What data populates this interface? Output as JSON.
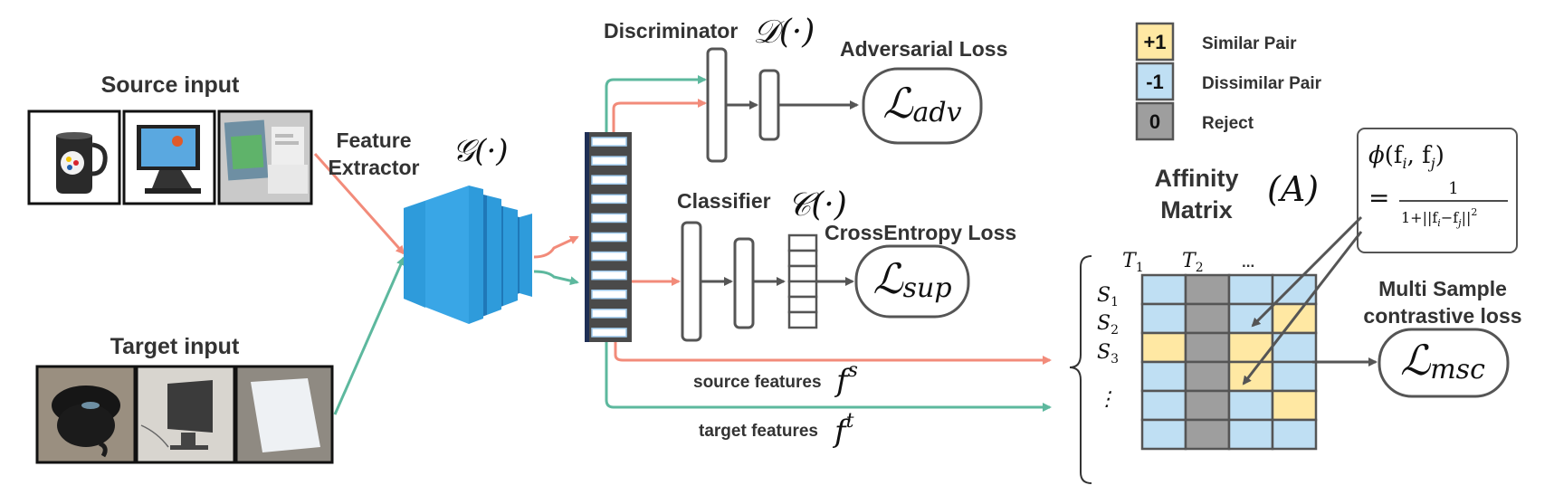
{
  "inputs": {
    "source_title": "Source input",
    "target_title": "Target input"
  },
  "extractor": {
    "label_line1": "Feature",
    "label_line2": "Extractor",
    "symbol": "𝒢(·)"
  },
  "discriminator": {
    "label": "Discriminator",
    "symbol": "𝒟(·)",
    "loss_title": "Adversarial Loss",
    "loss_symbol": "ℒ",
    "loss_sub": "adv"
  },
  "classifier": {
    "label": "Classifier",
    "symbol": "𝒞(·)",
    "loss_title": "CrossEntropy Loss",
    "loss_symbol": "ℒ",
    "loss_sub": "sup"
  },
  "features": {
    "source_label": "source features",
    "source_symbol": "f",
    "source_sup": "s",
    "target_label": "target features",
    "target_symbol": "f",
    "target_sup": "t"
  },
  "legend": [
    {
      "value": "+1",
      "label": "Similar Pair",
      "color": "#FFE8A3"
    },
    {
      "value": "-1",
      "label": "Dissimilar Pair",
      "color": "#BFDFF3"
    },
    {
      "value": "0",
      "label": "Reject",
      "color": "#9E9E9E"
    }
  ],
  "affinity": {
    "title_line1": "Affinity",
    "title_line2": "Matrix",
    "symbol": "(A)",
    "col_headers": [
      "T",
      "T",
      "..."
    ],
    "col_subs": [
      "1",
      "2",
      ""
    ],
    "row_headers": [
      "S",
      "S",
      "S",
      "⋮"
    ],
    "row_subs": [
      "1",
      "2",
      "3",
      ""
    ],
    "grid": [
      [
        -1,
        0,
        -1,
        -1
      ],
      [
        -1,
        0,
        -1,
        1
      ],
      [
        1,
        0,
        1,
        -1
      ],
      [
        -1,
        0,
        1,
        -1
      ],
      [
        -1,
        0,
        -1,
        1
      ],
      [
        -1,
        0,
        -1,
        -1
      ]
    ]
  },
  "formula": {
    "phi": "ϕ",
    "args": "(f",
    "sub_i": "i",
    "comma": ", f",
    "sub_j": "j",
    "close": ")",
    "equals": "=",
    "numerator": "1",
    "den_prefix": "1+||f",
    "den_mid": "−f",
    "den_suffix": "||"
  },
  "msc": {
    "title_line1": "Multi Sample",
    "title_line2": "contrastive loss",
    "loss_symbol": "ℒ",
    "loss_sub": "msc"
  },
  "colors": {
    "source": "#F28B7A",
    "target": "#5DB89E",
    "extractor": "#2E9BDB",
    "stroke": "#555555",
    "similar": "#FFE8A3",
    "dissimilar": "#BFDFF3",
    "reject": "#9E9E9E"
  }
}
